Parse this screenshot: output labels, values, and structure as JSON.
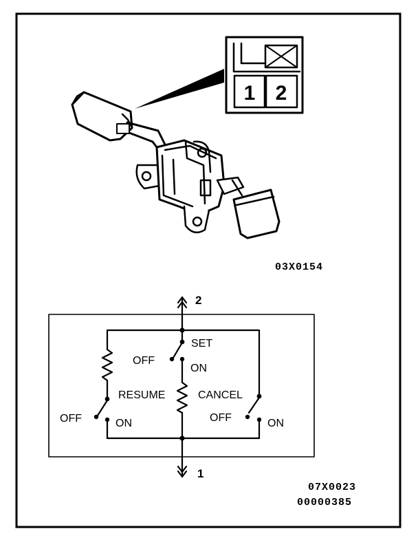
{
  "connector": {
    "pin_1": "1",
    "pin_2": "2"
  },
  "top_figure": {
    "code": "03X0154"
  },
  "schematic": {
    "terminal_top": "2",
    "terminal_bottom": "1",
    "set": {
      "label": "SET",
      "off": "OFF",
      "on": "ON"
    },
    "resume": {
      "label": "RESUME",
      "off": "OFF",
      "on": "ON"
    },
    "cancel": {
      "label": "CANCEL",
      "off": "OFF",
      "on": "ON"
    }
  },
  "footer": {
    "code_1": "07X0023",
    "code_2": "00000385"
  }
}
